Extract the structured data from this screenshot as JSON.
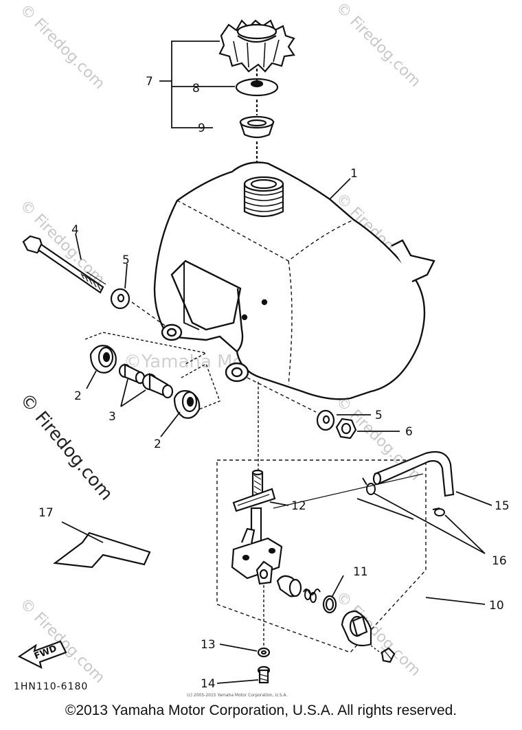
{
  "watermark": {
    "site": "© Firedog.com",
    "center": "©Yamaha Motor Corp, U.S.A."
  },
  "callouts": {
    "c1": "1",
    "c2a": "2",
    "c2b": "2",
    "c3": "3",
    "c4": "4",
    "c5a": "5",
    "c5b": "5",
    "c6": "6",
    "c7": "7",
    "c8": "8",
    "c9": "9",
    "c10": "10",
    "c11": "11",
    "c12": "12",
    "c13": "13",
    "c14": "14",
    "c15": "15",
    "c16": "16",
    "c17": "17"
  },
  "fwd_label": "FWD",
  "part_code": "1HN110-6180",
  "small_notice": "(c) 2005-2015 Yamaha Motor Corporation, U.S.A.",
  "copyright": "©2013 Yamaha Motor Corporation, U.S.A. All rights reserved."
}
